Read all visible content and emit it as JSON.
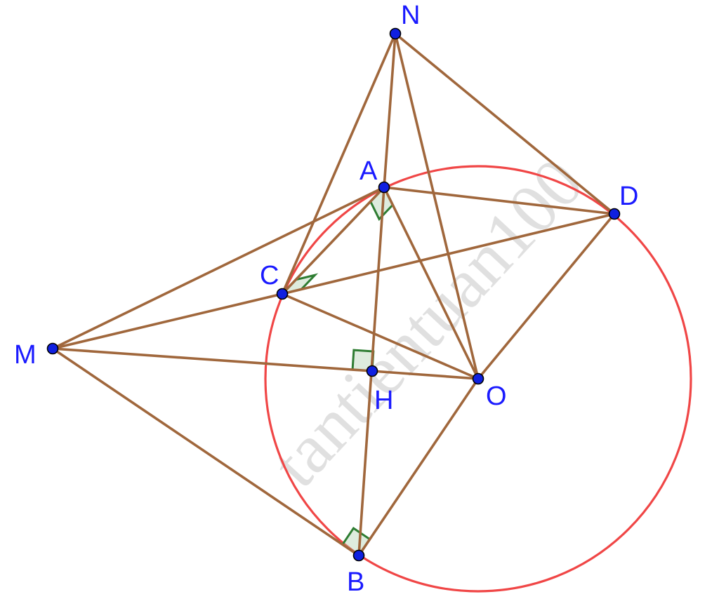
{
  "watermark": "tantientuan100",
  "points": {
    "N": "N",
    "A": "A",
    "D": "D",
    "C": "C",
    "M": "M",
    "H": "H",
    "O": "O",
    "B": "B"
  },
  "segments": [
    [
      "N",
      "A"
    ],
    [
      "N",
      "D"
    ],
    [
      "N",
      "C"
    ],
    [
      "N",
      "O"
    ],
    [
      "A",
      "D"
    ],
    [
      "A",
      "C"
    ],
    [
      "A",
      "M"
    ],
    [
      "A",
      "O"
    ],
    [
      "A",
      "B"
    ],
    [
      "C",
      "D"
    ],
    [
      "C",
      "M"
    ],
    [
      "C",
      "O"
    ],
    [
      "M",
      "H"
    ],
    [
      "M",
      "B"
    ],
    [
      "H",
      "O"
    ],
    [
      "D",
      "O"
    ],
    [
      "O",
      "B"
    ]
  ],
  "right_angles": [
    "A",
    "C",
    "H",
    "B"
  ],
  "colors": {
    "segment": "#a0673c",
    "circle": "#f04646",
    "point": "#1020e0",
    "label": "#1a1aff",
    "right_angle": "#2e7d32"
  }
}
